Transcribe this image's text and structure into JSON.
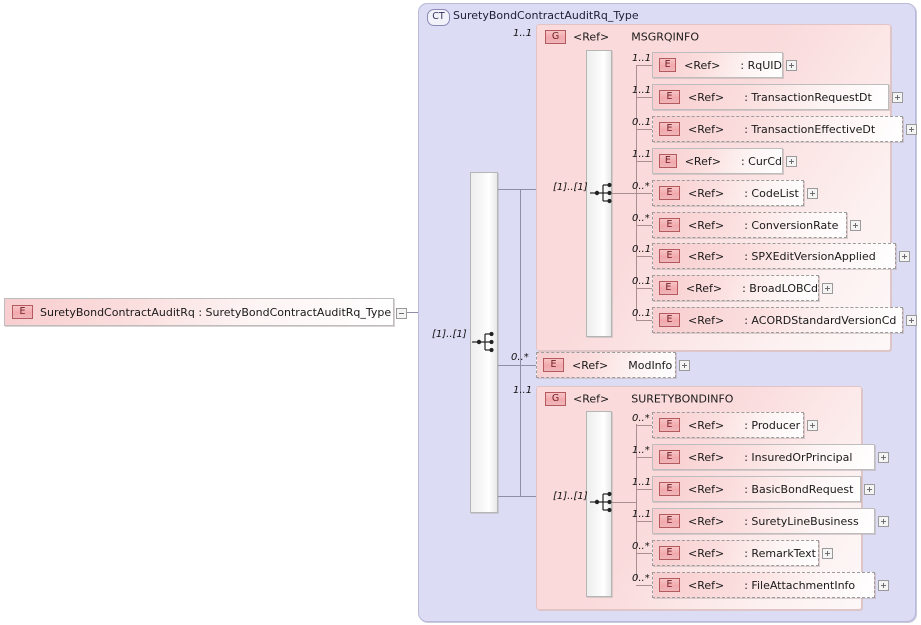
{
  "diagram": {
    "kind": "xsd-schema-diagram",
    "root_element": {
      "badge": "E",
      "name": "SuretyBondContractAuditRq",
      "separator": " : ",
      "type": "SuretyBondContractAuditRq_Type",
      "label": "SuretyBondContractAuditRq : SuretyBondContractAuditRq_Type",
      "expander": "collapse"
    },
    "complex_type": {
      "badge": "CT",
      "title": "SuretyBondContractAuditRq_Type",
      "sequence_cardinality": "[1]..[1]",
      "children": [
        {
          "node_type": "group",
          "badge": "G",
          "ref": "<Ref>",
          "separator": " : ",
          "name": "MSGRQINFO",
          "cardinality": "1..1",
          "sequence_cardinality": "[1]..[1]",
          "elements": [
            {
              "badge": "E",
              "ref": "<Ref>",
              "separator": " : ",
              "name": "RqUID",
              "cardinality": "1..1",
              "optional": false
            },
            {
              "badge": "E",
              "ref": "<Ref>",
              "separator": " : ",
              "name": "TransactionRequestDt",
              "cardinality": "1..1",
              "optional": false
            },
            {
              "badge": "E",
              "ref": "<Ref>",
              "separator": " : ",
              "name": "TransactionEffectiveDt",
              "cardinality": "0..1",
              "optional": true
            },
            {
              "badge": "E",
              "ref": "<Ref>",
              "separator": " : ",
              "name": "CurCd",
              "cardinality": "1..1",
              "optional": false
            },
            {
              "badge": "E",
              "ref": "<Ref>",
              "separator": " : ",
              "name": "CodeList",
              "cardinality": "0..*",
              "optional": true
            },
            {
              "badge": "E",
              "ref": "<Ref>",
              "separator": " : ",
              "name": "ConversionRate",
              "cardinality": "0..*",
              "optional": true
            },
            {
              "badge": "E",
              "ref": "<Ref>",
              "separator": " : ",
              "name": "SPXEditVersionApplied",
              "cardinality": "0..1",
              "optional": true
            },
            {
              "badge": "E",
              "ref": "<Ref>",
              "separator": " : ",
              "name": "BroadLOBCd",
              "cardinality": "0..1",
              "optional": true
            },
            {
              "badge": "E",
              "ref": "<Ref>",
              "separator": " : ",
              "name": "ACORDStandardVersionCd",
              "cardinality": "0..1",
              "optional": true
            }
          ]
        },
        {
          "node_type": "element",
          "badge": "E",
          "ref": "<Ref>",
          "separator": " : ",
          "name": "ModInfo",
          "cardinality": "0..*",
          "optional": true
        },
        {
          "node_type": "group",
          "badge": "G",
          "ref": "<Ref>",
          "separator": " : ",
          "name": "SURETYBONDINFO",
          "cardinality": "1..1",
          "sequence_cardinality": "[1]..[1]",
          "elements": [
            {
              "badge": "E",
              "ref": "<Ref>",
              "separator": " : ",
              "name": "Producer",
              "cardinality": "0..*",
              "optional": true
            },
            {
              "badge": "E",
              "ref": "<Ref>",
              "separator": " : ",
              "name": "InsuredOrPrincipal",
              "cardinality": "1..*",
              "optional": false
            },
            {
              "badge": "E",
              "ref": "<Ref>",
              "separator": " : ",
              "name": "BasicBondRequest",
              "cardinality": "1..1",
              "optional": false
            },
            {
              "badge": "E",
              "ref": "<Ref>",
              "separator": " : ",
              "name": "SuretyLineBusiness",
              "cardinality": "1..1",
              "optional": false
            },
            {
              "badge": "E",
              "ref": "<Ref>",
              "separator": " : ",
              "name": "RemarkText",
              "cardinality": "0..*",
              "optional": true
            },
            {
              "badge": "E",
              "ref": "<Ref>",
              "separator": " : ",
              "name": "FileAttachmentInfo",
              "cardinality": "0..*",
              "optional": true
            }
          ]
        }
      ]
    },
    "colors": {
      "complex_type_fill": "#dcdcf5",
      "group_fill": "#fadadb",
      "element_fill": "#f8cdcf",
      "badge_border": "#b45a5f",
      "connector": "#8e8ea8",
      "canvas": "#ffffff"
    }
  }
}
